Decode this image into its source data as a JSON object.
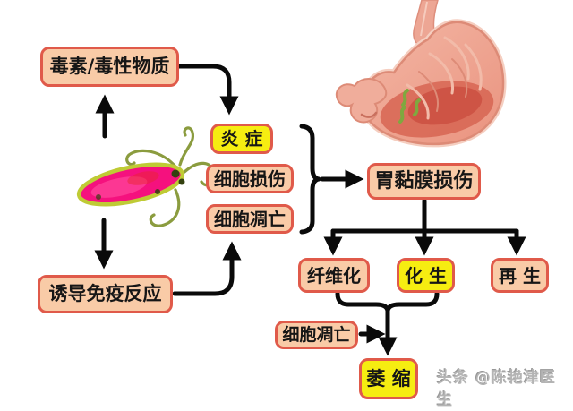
{
  "diagram_type": "flowchart",
  "nodes": [
    {
      "id": "toxin",
      "label": "毒素/毒性物质",
      "fill": "pink"
    },
    {
      "id": "inflammation",
      "label": "炎 症",
      "fill": "yellow"
    },
    {
      "id": "cell-damage",
      "label": "细胞损伤",
      "fill": "pink"
    },
    {
      "id": "apoptosis-mid",
      "label": "细胞凋亡",
      "fill": "pink"
    },
    {
      "id": "immune-response",
      "label": "诱导免疫反应",
      "fill": "pink"
    },
    {
      "id": "mucosa-damage",
      "label": "胃黏膜损伤",
      "fill": "pink"
    },
    {
      "id": "fibrosis",
      "label": "纤维化",
      "fill": "pink"
    },
    {
      "id": "metaplasia",
      "label": "化 生",
      "fill": "yellow"
    },
    {
      "id": "regeneration",
      "label": "再 生",
      "fill": "pink"
    },
    {
      "id": "apoptosis-bottom",
      "label": "细胞凋亡",
      "fill": "pink"
    },
    {
      "id": "atrophy",
      "label": "萎 缩",
      "fill": "yellow"
    }
  ],
  "illustrations": {
    "bacteria": "h-pylori-bacteria",
    "stomach": "stomach-with-bacteria"
  },
  "watermark": "头条 @陈艳津医生",
  "colors": {
    "pink_fill": "#f9cba7",
    "yellow_fill": "#f6ed11",
    "box_border": "#e05a4a",
    "arrow": "#0a0a0a",
    "bacteria_body": "#f5117e",
    "bacteria_rim": "#bfcb35",
    "stomach_main": "#ea937f",
    "stomach_inner": "#c7473b",
    "green_bacteria": "#7fa83f",
    "watermark_gray": "#b4b4b4"
  }
}
